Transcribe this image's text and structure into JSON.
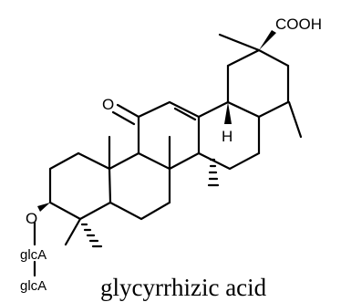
{
  "molecule": {
    "name": "glycyrrhizic acid",
    "labels": {
      "acid": "COOH",
      "ketone_oxygen": "O",
      "hydrogen": "H",
      "ether_oxygen": "O",
      "sugar_1": "glcA",
      "sugar_2": "glcA"
    }
  }
}
